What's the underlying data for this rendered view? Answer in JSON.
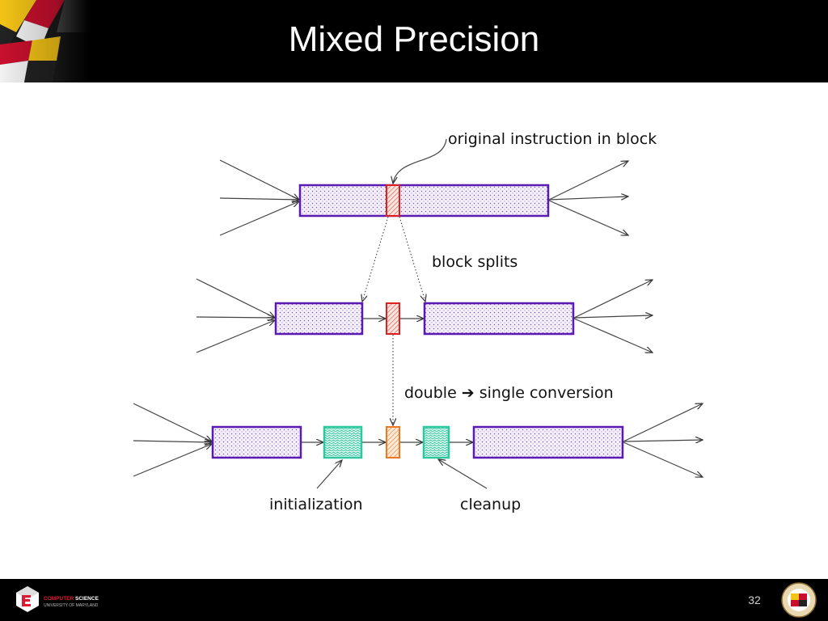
{
  "slide": {
    "title": "Mixed Precision",
    "page_number": "32"
  },
  "diagram": {
    "labels": {
      "original_instruction": "original instruction in block",
      "block_splits": "block splits",
      "conversion_left": "double",
      "conversion_arrow": "➔",
      "conversion_right": "single conversion",
      "initialization": "initialization",
      "cleanup": "cleanup"
    },
    "colors": {
      "block_border": "#5b1bb3",
      "block_fill": "#f5f0fa",
      "instruction_red": "#e02020",
      "instruction_orange": "#ee7722",
      "helper_teal": "#2fc79f"
    }
  },
  "footer": {
    "cs_logo_line1_a": "COMPUTER",
    "cs_logo_line1_b": "SCIENCE",
    "cs_logo_line2": "UNIVERSITY OF MARYLAND",
    "colors": {
      "cs_red": "#e21833"
    }
  }
}
